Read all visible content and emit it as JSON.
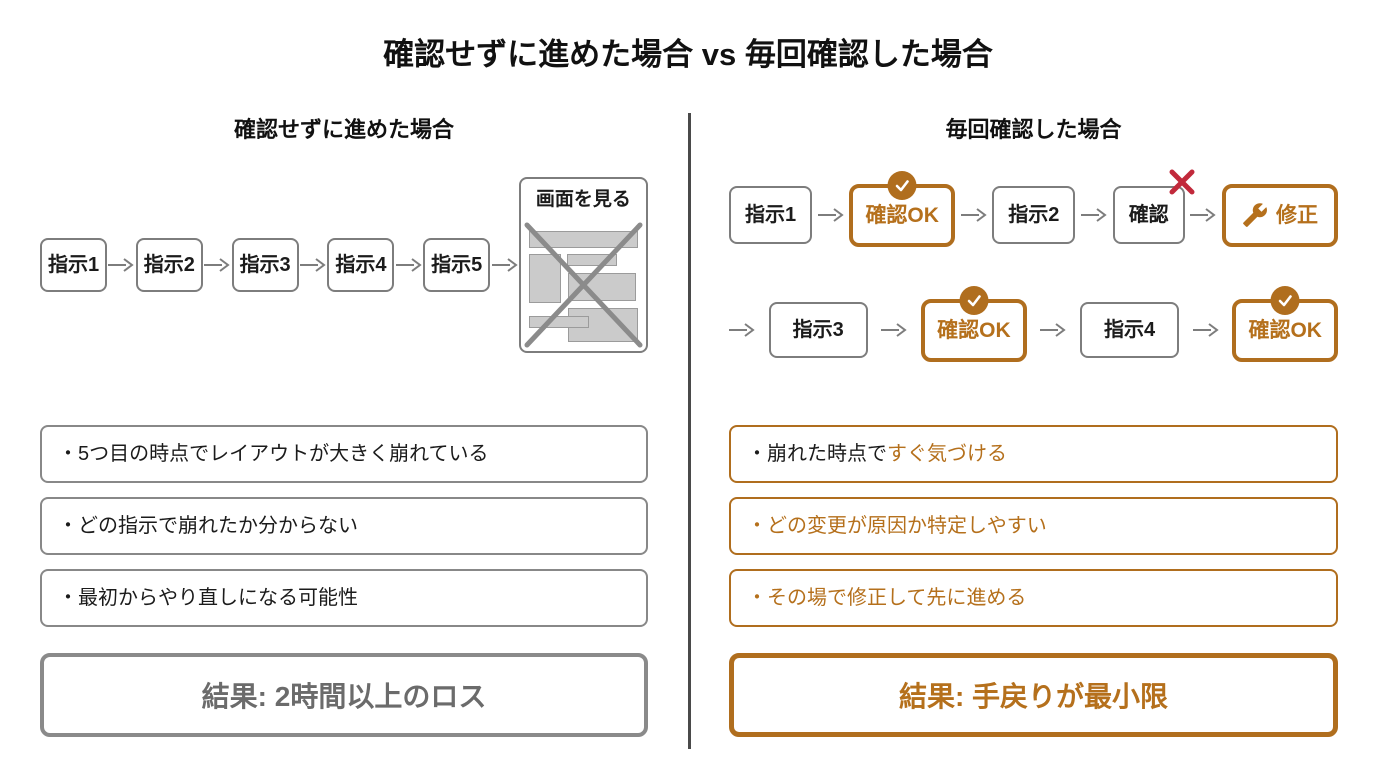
{
  "title": "確認せずに進めた場合 vs 毎回確認した場合",
  "colors": {
    "accent_orange": "#b5701c",
    "gray_border": "#7d7d7d",
    "result_gray": "#6b6b6b",
    "divider_gray": "#4a4a4a",
    "fail_red": "#c1293b",
    "wireframe_gray": "#cbcbcb"
  },
  "icons": {
    "ok_badge": "check-circle",
    "fail": "cross-mark",
    "fix": "wrench",
    "arrow": "arrow-right",
    "broken_screen": "crossed-out-layout"
  },
  "left": {
    "heading": "確認せずに進めた場合",
    "steps": [
      "指示1",
      "指示2",
      "指示3",
      "指示4",
      "指示5"
    ],
    "screen": {
      "label": "画面を見る"
    },
    "bullets": [
      "・5つ目の時点でレイアウトが大きく崩れている",
      "・どの指示で崩れたか分からない",
      "・最初からやり直しになる可能性"
    ],
    "result": "結果: 2時間以上のロス"
  },
  "right": {
    "heading": "毎回確認した場合",
    "row1": [
      {
        "label": "指示1",
        "type": "step"
      },
      {
        "label": "確認OK",
        "type": "ok"
      },
      {
        "label": "指示2",
        "type": "step"
      },
      {
        "label": "確認",
        "type": "check-fail"
      },
      {
        "label": "修正",
        "type": "fix"
      }
    ],
    "row2": [
      {
        "label": "指示3",
        "type": "step"
      },
      {
        "label": "確認OK",
        "type": "ok"
      },
      {
        "label": "指示4",
        "type": "step"
      },
      {
        "label": "確認OK",
        "type": "ok"
      }
    ],
    "bullets": [
      {
        "plain": "・崩れた時点で",
        "accent": "すぐ気づける"
      },
      {
        "plain": "",
        "accent": "・どの変更が原因か特定しやすい"
      },
      {
        "plain": "",
        "accent": "・その場で修正して先に進める"
      }
    ],
    "result": "結果: 手戻りが最小限"
  }
}
